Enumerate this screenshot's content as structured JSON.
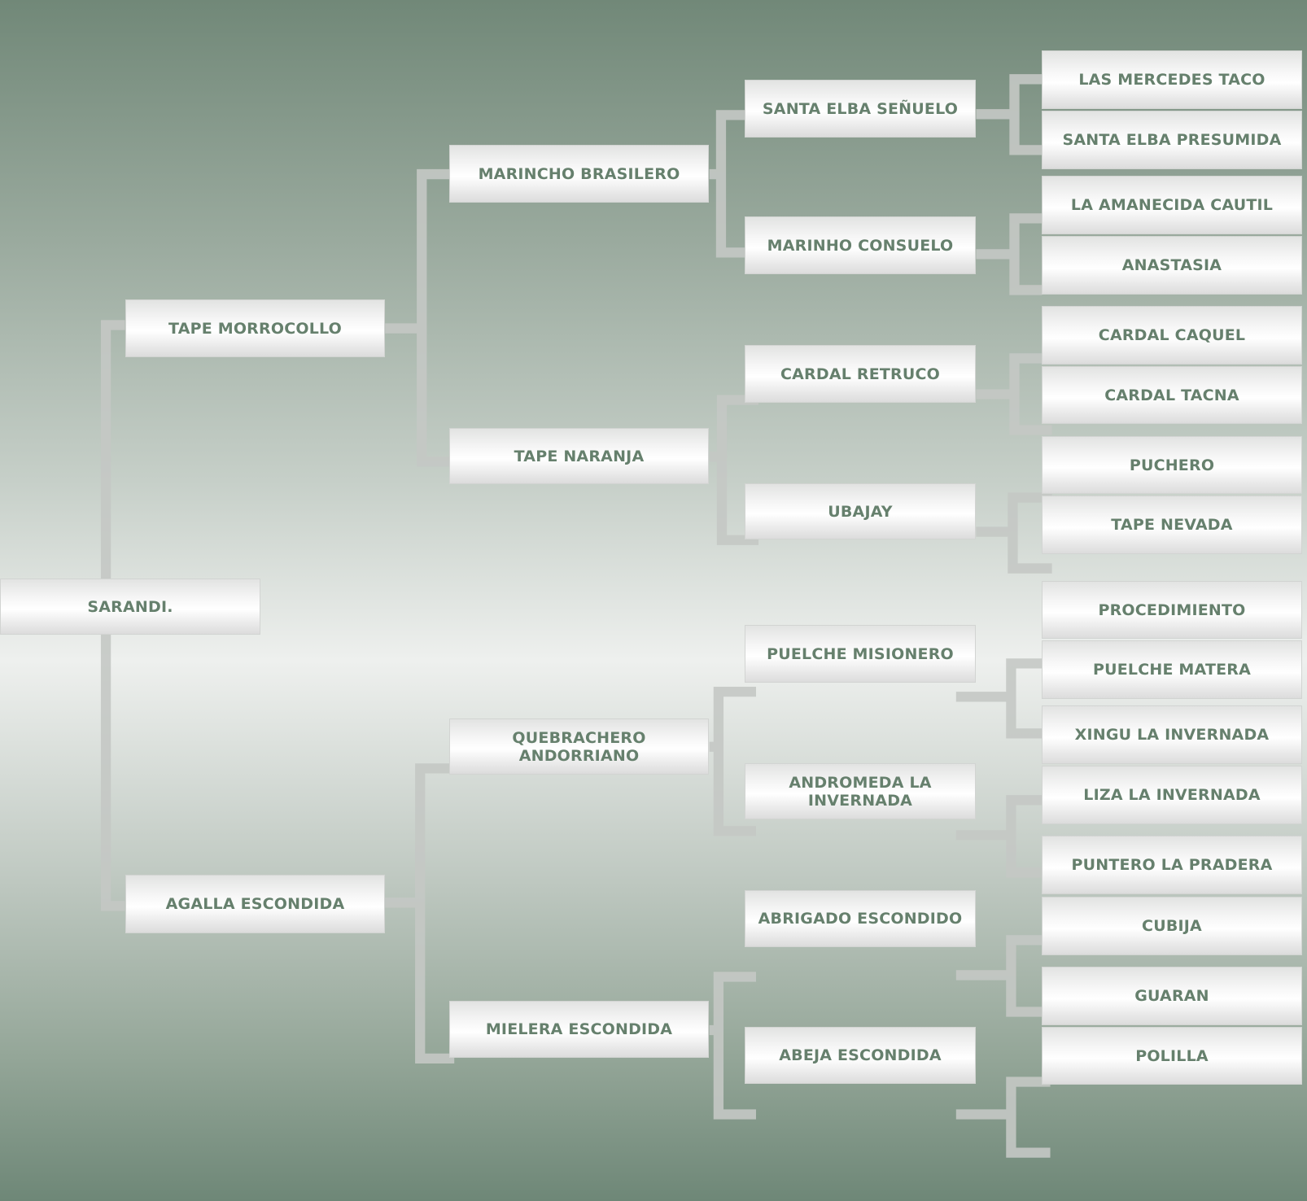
{
  "pedigree": {
    "root": "SARANDI.",
    "sire": "TAPE MORROCOLLO",
    "dam": "AGALLA ESCONDIDA",
    "gen2": [
      "MARINCHO BRASILERO",
      "TAPE NARANJA",
      "QUEBRACHERO ANDORRIANO",
      "MIELERA ESCONDIDA"
    ],
    "gen3": [
      "SANTA ELBA SEÑUELO",
      "MARINHO CONSUELO",
      "CARDAL RETRUCO",
      "UBAJAY",
      "PUELCHE MISIONERO",
      "ANDROMEDA LA INVERNADA",
      "ABRIGADO ESCONDIDO",
      "ABEJA ESCONDIDA"
    ],
    "gen4": [
      "LAS MERCEDES TACO",
      "SANTA ELBA PRESUMIDA",
      "LA AMANECIDA CAUTIL",
      "ANASTASIA",
      "CARDAL CAQUEL",
      "CARDAL TACNA",
      "PUCHERO",
      "TAPE NEVADA",
      "PROCEDIMIENTO",
      "PUELCHE MATERA",
      "XINGU LA INVERNADA",
      "LIZA LA INVERNADA",
      "PUNTERO LA PRADERA",
      "CUBIJA",
      "GUARAN",
      "POLILLA"
    ]
  }
}
